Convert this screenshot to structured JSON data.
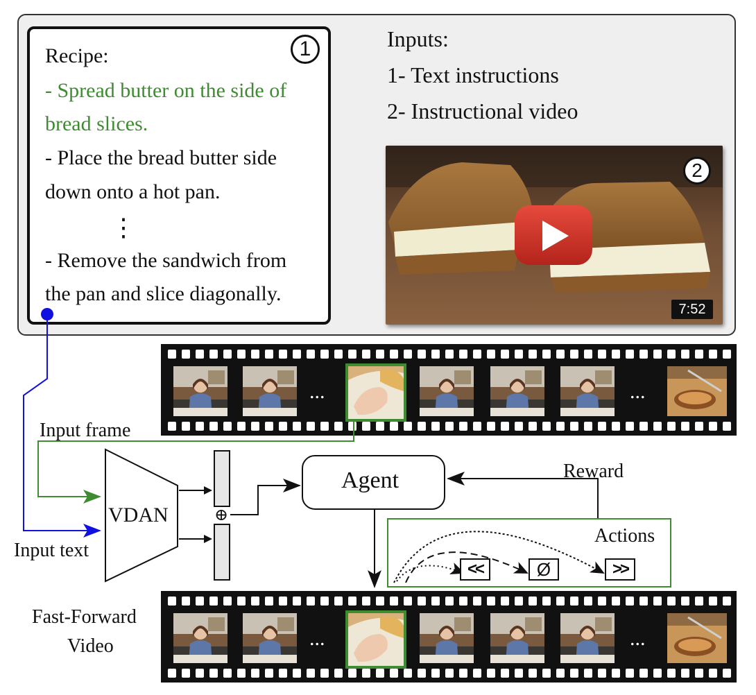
{
  "recipe": {
    "badge": "1",
    "heading": "Recipe:",
    "step1_line1": "- Spread butter on the side of",
    "step1_line2": "bread slices.",
    "step2_line1": "- Place the bread butter side",
    "step2_line2": "down onto a hot pan.",
    "ellipsis": "⋮",
    "step3_line1": "- Remove the sandwich from",
    "step3_line2": "the pan and slice diagonally."
  },
  "inputs": {
    "heading": "Inputs:",
    "item1": "1- Text instructions",
    "item2": "2- Instructional video"
  },
  "video": {
    "badge": "2",
    "duration": "7:52",
    "icon": "play-button-icon"
  },
  "filmstrip": {
    "ellipsis": "..."
  },
  "diagram": {
    "input_frame_label": "Input frame",
    "input_text_label": "Input text",
    "vdan_label": "VDAN",
    "concat_symbol": "⊕",
    "agent_label": "Agent",
    "reward_label": "Reward",
    "actions_label": "Actions",
    "action_rewind": "<<",
    "action_none": "Ø",
    "action_forward": ">>",
    "output_label_line1": "Fast-Forward",
    "output_label_line2": "Video"
  },
  "colors": {
    "green": "#3f8b32",
    "blue": "#1010e0",
    "panel_bg": "#efefef",
    "youtube_red": "#d32f2f"
  }
}
